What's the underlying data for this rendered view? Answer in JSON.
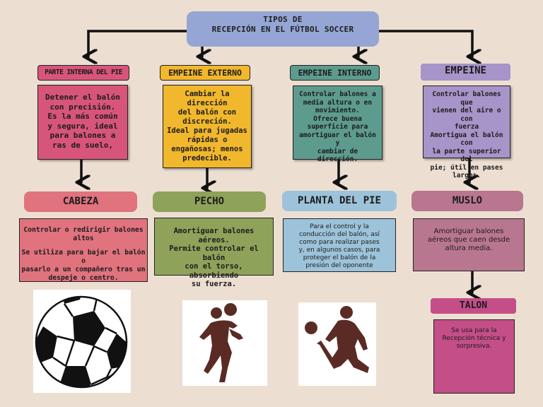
{
  "title": {
    "line1": "TIPOS DE",
    "line2": "RECEPCIÓN EN EL FÚTBOL SOCCER"
  },
  "colors": {
    "background": "#ecdfd2",
    "title": "#95a6d4",
    "pink": "#d8557a",
    "yellow": "#f1b72d",
    "teal": "#5d9b8e",
    "purple": "#a794c9",
    "coral": "#e0737e",
    "green": "#8fa25a",
    "light_blue": "#9cc3d9",
    "mauve": "#b9768f",
    "magenta": "#c44e88"
  },
  "top_row": [
    {
      "label": "PARTE INTERNA DEL PIE",
      "lines": [
        "Detener el balón",
        "con precisión.",
        "Es la más común",
        "y segura, ideal",
        "para balones a",
        "ras de suelo,"
      ]
    },
    {
      "label": "EMPEINE EXTERNO",
      "lines": [
        "Cambiar la dirección",
        "del balón con",
        "discreción.",
        "Ideal para jugadas",
        "rápidas o",
        "engañosas; menos",
        "predecible."
      ]
    },
    {
      "label": "EMPEINE INTERNO",
      "lines": [
        "Controlar balones a",
        "media altura o en",
        "movimiento.",
        "Ofrece buena",
        "superficie para",
        "amortiguar el balón y",
        "cambiar de dirección."
      ]
    },
    {
      "label": "EMPEINE",
      "lines": [
        "Controlar balones que",
        "vienen del aire o con",
        "fuerza",
        "Amortigua el balón con",
        "la parte superior del",
        "pie; útil en pases",
        "largos."
      ]
    }
  ],
  "second_row": [
    {
      "label": "CABEZA",
      "lines": [
        "Controlar o redirigir balones altos",
        "",
        "Se utiliza para bajar el balón o",
        "pasarlo a un compañero tras un",
        "despeje o centro."
      ]
    },
    {
      "label": "PECHO",
      "lines": [
        "Amortiguar balones aéreos.",
        "Permite controlar el balón",
        "con el torso, absorbiendo",
        "su fuerza."
      ]
    },
    {
      "label": "PLANTA DEL PIE",
      "lines": [
        "Para el control y la",
        "conducción del balón, así",
        "como para realizar pases",
        "y, en algunos casos, para",
        "proteger el balón de la",
        "presión del oponente"
      ]
    },
    {
      "label": "MUSLO",
      "lines": [
        "Amortiguar balones",
        "aéreos que caen desde",
        "altura media."
      ]
    }
  ],
  "third_row": {
    "label": "TALON",
    "lines": [
      "Se usa para la",
      "Recepción técnica y",
      "sorpresiva."
    ]
  },
  "images": [
    "soccer-ball-icon",
    "chest-control-silhouette-icon",
    "sole-control-silhouette-icon"
  ]
}
